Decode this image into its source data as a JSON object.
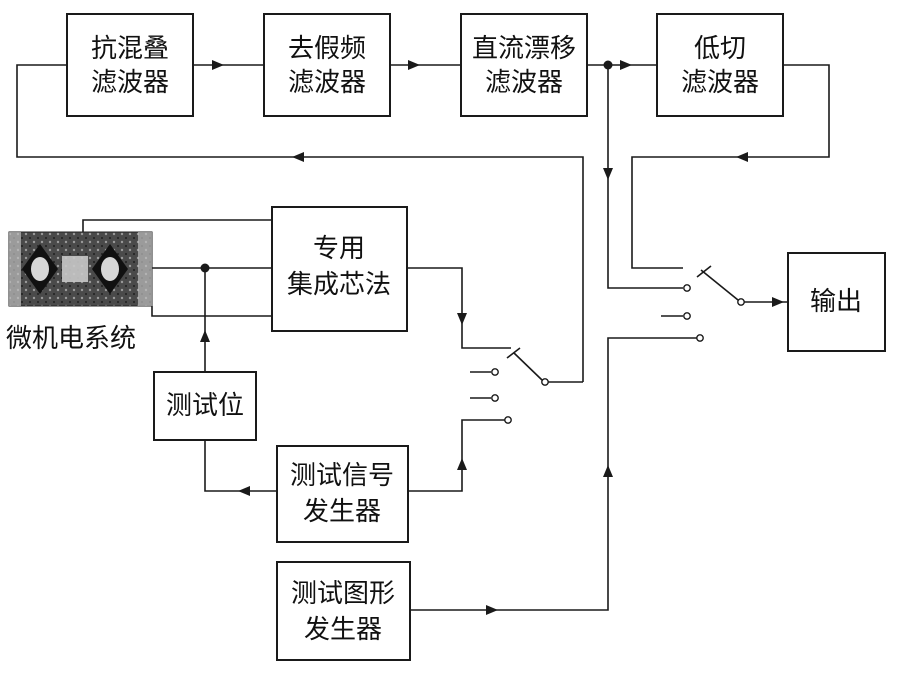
{
  "blocks": {
    "anti_alias": [
      "抗混叠",
      "滤波器"
    ],
    "de_alias": [
      "去假频",
      "滤波器"
    ],
    "dc_drift": [
      "直流漂移",
      "滤波器"
    ],
    "low_cut": [
      "低切",
      "滤波器"
    ],
    "asic": [
      "专用",
      "集成芯法"
    ],
    "test_bit": [
      "测试位"
    ],
    "test_signal_gen": [
      "测试信号",
      "发生器"
    ],
    "test_pattern_gen": [
      "测试图形",
      "发生器"
    ],
    "output": [
      "输出"
    ]
  },
  "sensor_label": "微机电系统",
  "colors": {
    "line": "#1a1a1a",
    "box_fill": "#ffffff",
    "text": "#111111"
  }
}
